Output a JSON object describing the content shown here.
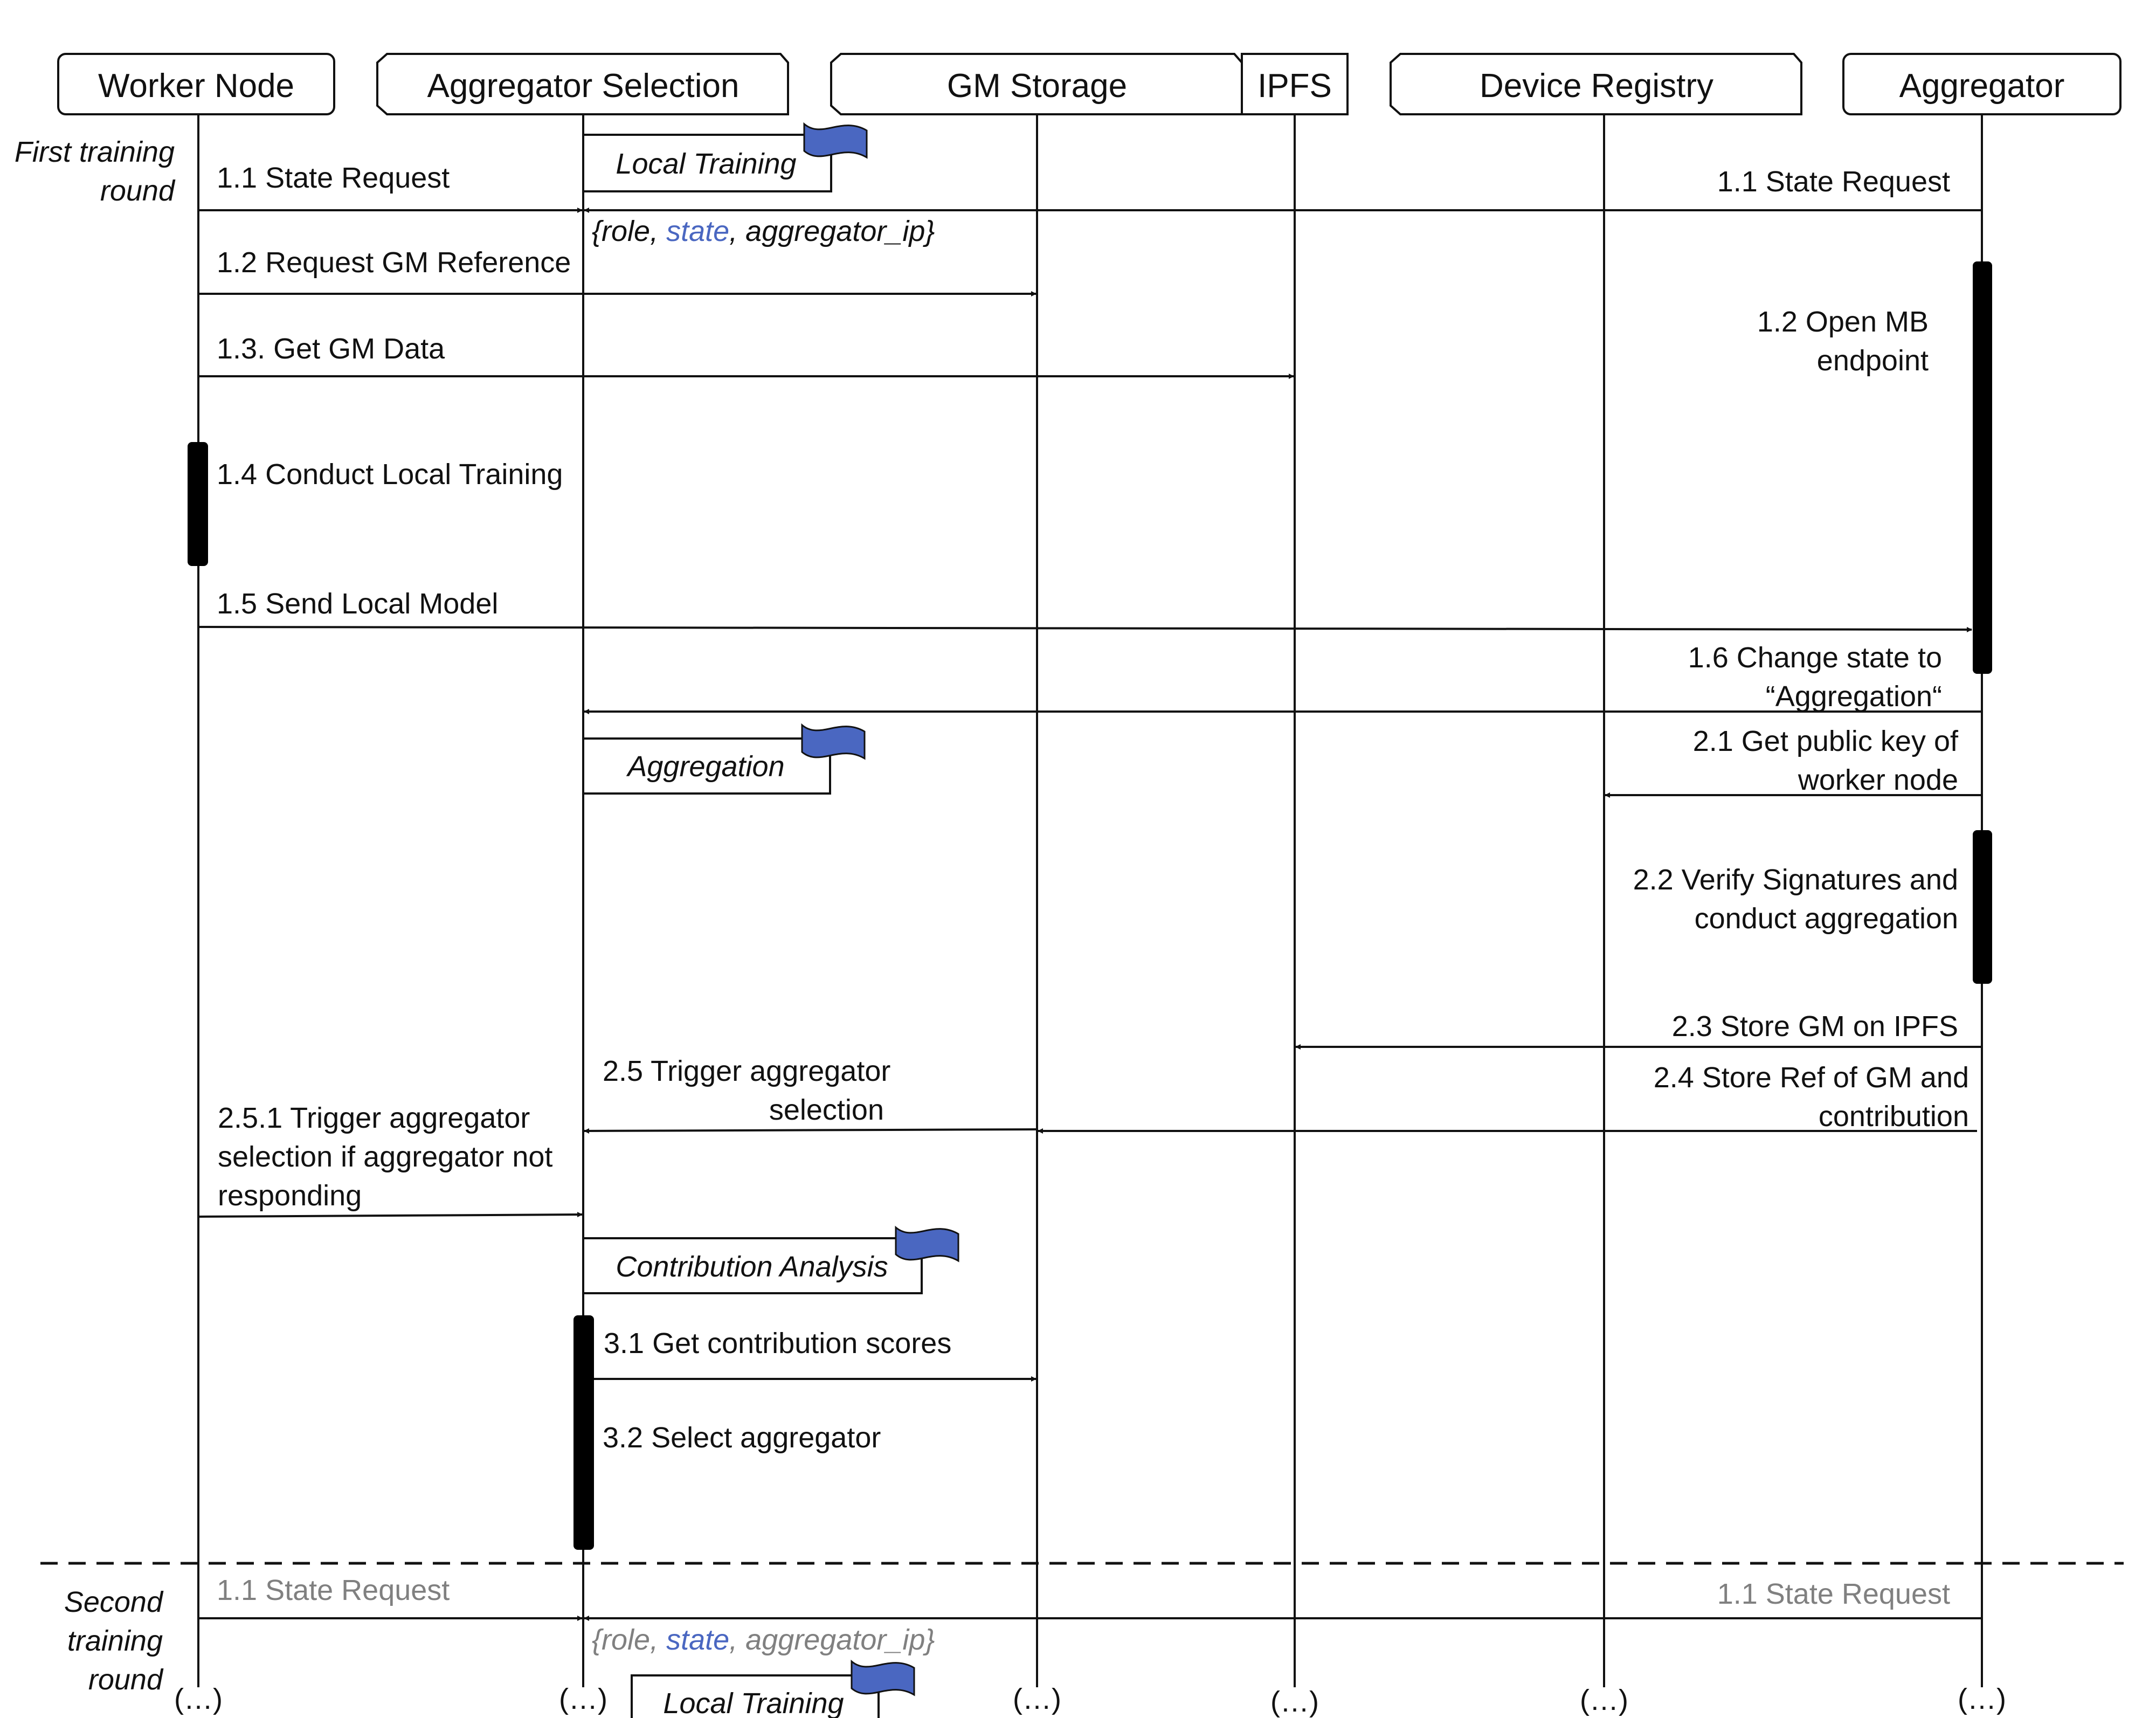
{
  "colors": {
    "line": "#111111",
    "flag": "#4a67c1",
    "grey_text": "#808080",
    "state_blue": "#4a67c1"
  },
  "participants": {
    "worker": "Worker Node",
    "selection": "Aggregator Selection",
    "gm_storage": "GM Storage",
    "ipfs": "IPFS",
    "registry": "Device Registry",
    "aggregator": "Aggregator"
  },
  "rounds": {
    "first": [
      "First training",
      "round"
    ],
    "second": [
      "Second",
      "training",
      "round"
    ]
  },
  "states": {
    "local_training": "Local Training",
    "aggregation": "Aggregation",
    "contribution_analysis": "Contribution Analysis"
  },
  "payload": {
    "open": "{role, ",
    "state": "state",
    "close": ", aggregator_ip}"
  },
  "messages": {
    "m1_1_worker": "1.1 State Request",
    "m1_1_aggregator": "1.1 State Request",
    "m1_2": "1.2 Request GM Reference",
    "m1_2_open": [
      "1.2 Open MB",
      "endpoint"
    ],
    "m1_3": "1.3. Get GM Data",
    "m1_4": "1.4 Conduct Local Training",
    "m1_5": "1.5 Send Local Model",
    "m1_6": [
      "1.6 Change state to",
      "“Aggregation“"
    ],
    "m2_1": [
      "2.1 Get public key of",
      "worker node"
    ],
    "m2_2": [
      "2.2 Verify Signatures and",
      "conduct aggregation"
    ],
    "m2_3": "2.3 Store GM on IPFS",
    "m2_4": [
      "2.4 Store Ref of GM and",
      "contribution"
    ],
    "m2_5": [
      "2.5 Trigger aggregator",
      "selection"
    ],
    "m2_5_1": [
      "2.5.1 Trigger aggregator",
      "selection if aggregator not",
      "responding"
    ],
    "m3_1": "3.1 Get contribution scores",
    "m3_2": "3.2 Select aggregator",
    "second_worker": "1.1 State Request",
    "second_aggregator": "1.1 State Request"
  },
  "continuation": "(…)"
}
